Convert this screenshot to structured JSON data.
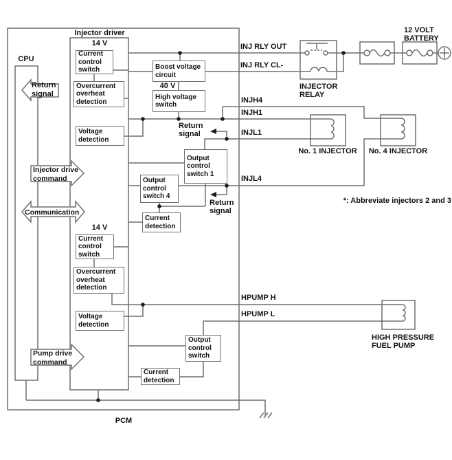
{
  "diagram": {
    "containers": {
      "pcm": "PCM",
      "cpu": "CPU",
      "injector_driver": "Injector driver"
    },
    "voltage_labels": {
      "v14_top": "14 V",
      "v40": "40 V",
      "v14_bottom": "14 V"
    },
    "blocks": {
      "current_control_switch_1": "Current\ncontrol\nswitch",
      "overcurrent_1": "Overcurrent\noverheat\ndetection",
      "voltage_detection_1": "Voltage\ndetection",
      "boost_voltage": "Boost voltage\ncircuit",
      "high_voltage_switch": "High voltage\nswitch",
      "output_control_switch_1": "Output\ncontrol\nswitch 1",
      "output_control_switch_4": "Output\ncontrol\nswitch 4",
      "current_detection_1": "Current\ndetection",
      "current_control_switch_2": "Current\ncontrol\nswitch",
      "overcurrent_2": "Overcurrent\noverheat\ndetection",
      "voltage_detection_2": "Voltage\ndetection",
      "output_control_switch_pump": "Output\ncontrol\nswitch",
      "current_detection_2": "Current\ndetection"
    },
    "signals": {
      "inj_rly_out": "INJ RLY OUT",
      "inj_rly_cl": "INJ RLY CL-",
      "injh4": "INJH4",
      "injh1": "INJH1",
      "injl1": "INJL1",
      "injl4": "INJL4",
      "hpump_h": "HPUMP H",
      "hpump_l": "HPUMP L"
    },
    "components": {
      "injector_relay": "INJECTOR\nRELAY",
      "battery": "12 VOLT\nBATTERY",
      "injector_1": "No. 1 INJECTOR",
      "injector_4": "No. 4 INJECTOR",
      "fuel_pump": "HIGH PRESSURE\nFUEL PUMP"
    },
    "arrows": {
      "return_signal": "Return\nsignal",
      "injector_drive_command": "Injector drive\ncommand",
      "communication": "Communication",
      "pump_drive_command": "Pump drive\ncommand",
      "return_signal_small_1": "Return\nsignal",
      "return_signal_small_2": "Return\nsignal"
    },
    "note": "*: Abbreviate injectors 2 and 3",
    "colors": {
      "line": "#6e6e6e",
      "text": "#111111"
    }
  }
}
